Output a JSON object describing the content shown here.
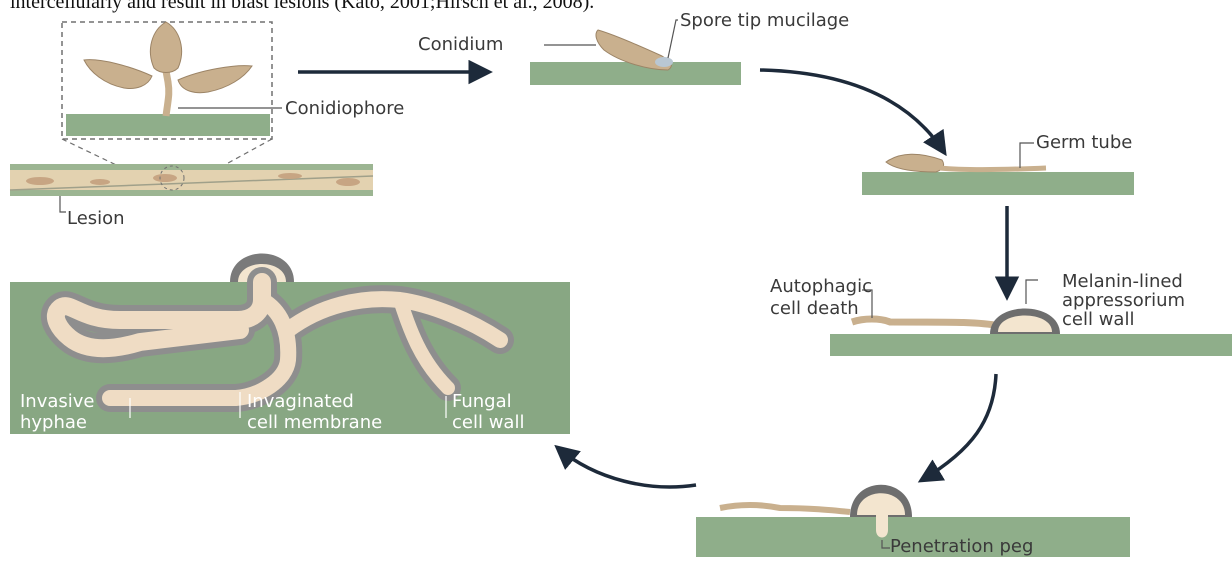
{
  "caption": "intercellularly and result in blast lesions (Kato, 2001;Hirsch et al., 2008).",
  "labels": {
    "conidium": "Conidium",
    "spore_tip_mucilage": "Spore tip mucilage",
    "conidiophore": "Conidiophore",
    "lesion": "Lesion",
    "germ_tube": "Germ tube",
    "autophagic_1": "Autophagic",
    "autophagic_2": "cell death",
    "melanin_1": "Melanin-lined",
    "melanin_2": "appressorium",
    "melanin_3": "cell wall",
    "penetration_peg": "Penetration peg",
    "invasive_1": "Invasive",
    "invasive_2": "hyphae",
    "invaginated_1": "Invaginated",
    "invaginated_2": "cell membrane",
    "fungal_1": "Fungal",
    "fungal_2": "cell wall"
  },
  "colors": {
    "leaf_green": "#8fae8a",
    "inset_green": "#88a783",
    "spore_tan": "#c9b08e",
    "hypha_fill": "#efdcc4",
    "wall_gray": "#8e8e8e",
    "arrow": "#1d2a3a"
  }
}
